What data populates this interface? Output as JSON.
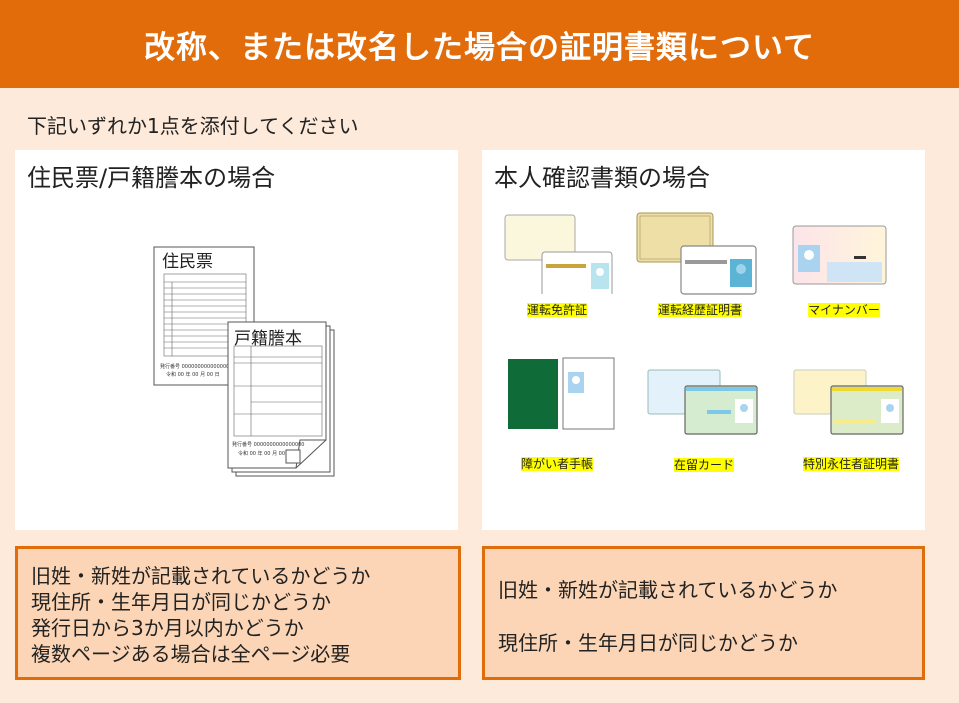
{
  "header": {
    "title": "改称、または改名した場合の証明書類について"
  },
  "subtitle": "下記いずれか1点を添付してください",
  "left_panel": {
    "title": "住民票/戸籍謄本の場合",
    "documents": [
      "住民票",
      "戸籍謄本"
    ],
    "requirements": [
      "旧姓・新姓が記載されているかどうか",
      "現住所・生年月日が同じかどうか",
      "発行日から3か月以内かどうか",
      "複数ページある場合は全ページ必要"
    ]
  },
  "right_panel": {
    "title": "本人確認書類の場合",
    "cards": [
      {
        "label": "運転免許証"
      },
      {
        "label": "運転経歴証明書"
      },
      {
        "label": "マイナンバー"
      },
      {
        "label": "障がい者手帳"
      },
      {
        "label": "在留カード"
      },
      {
        "label": "特別永住者証明書"
      }
    ],
    "requirements": [
      "旧姓・新姓が記載されているかどうか",
      "現住所・生年月日が同じかどうか"
    ]
  },
  "colors": {
    "accent": "#E36C0A",
    "background": "#FDEADA",
    "box_fill": "#FBD5B5",
    "highlight": "#FFFF00"
  }
}
